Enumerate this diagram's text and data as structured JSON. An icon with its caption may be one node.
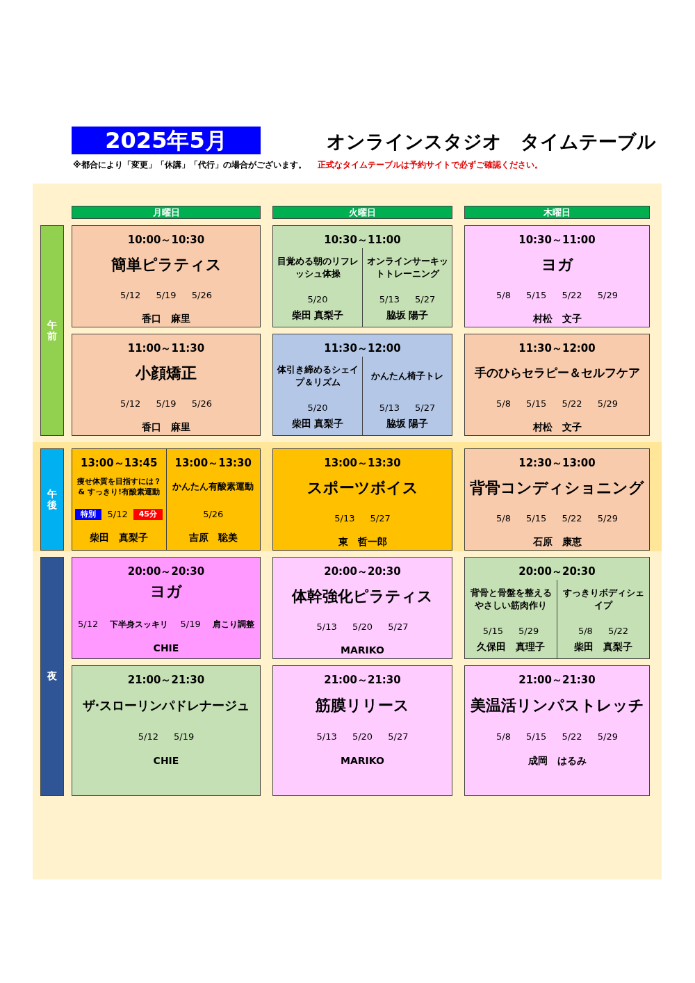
{
  "diagram": {
    "title": "オンラインスタジオ　タイムテーブル",
    "nodes": [
      {
        "text": [
          "2025年5月"
        ]
      },
      {
        "text": [
          "月曜日"
        ]
      },
      {
        "text": [
          "火曜日"
        ]
      },
      {
        "text": [
          "木曜日"
        ]
      },
      {
        "text": [
          "午前"
        ]
      },
      {
        "text": [
          "10:00～10:30",
          "簡単ピラティス",
          "5/12 5/19 5/26",
          "香口　麻里"
        ]
      },
      {
        "text": [
          "10:30～11:00"
        ]
      },
      {
        "text": [
          "目覚める朝のリフレッシュ体操",
          "5/20",
          "柴田 真梨子"
        ],
        "in": 6
      },
      {
        "text": [
          "オンラインサーキットトレーニング",
          "5/13 5/27",
          "脇坂 陽子"
        ],
        "in": 6
      },
      {
        "text": [
          "10:30～11:00",
          "ヨガ",
          "5/8 5/15 5/22 5/29",
          "村松　文子"
        ]
      },
      {
        "text": [
          "11:00～11:30",
          "小顔矯正",
          "5/12 5/19 5/26",
          "香口　麻里"
        ]
      },
      {
        "text": [
          "11:30～12:00"
        ]
      },
      {
        "text": [
          "体引き締めるシェイプ＆リズム",
          "5/20",
          "柴田 真梨子"
        ],
        "in": 11
      },
      {
        "text": [
          "かんたん椅子トレ",
          "5/13 5/27",
          "脇坂 陽子"
        ],
        "in": 11
      },
      {
        "text": [
          "11:30～12:00",
          "手のひらセラピー＆セルフケア",
          "5/8 5/15 5/22 5/29",
          "村松　文子"
        ]
      },
      {
        "text": [
          "午後"
        ]
      },
      {
        "text": [],
        "shape": "box"
      },
      {
        "text": [
          "13:00～13:45",
          "痩せ体質を目指すには？ & すっきり!有酸素運動",
          "5/12",
          "柴田　真梨子"
        ],
        "in": 16
      },
      {
        "text": [
          "特別"
        ],
        "in": 17
      },
      {
        "text": [
          "45分"
        ],
        "in": 17
      },
      {
        "text": [
          "13:00～13:30",
          "かんたん有酸素運動",
          "5/26",
          "吉原　聡美"
        ],
        "in": 16
      },
      {
        "text": [
          "13:00～13:30",
          "スポーツボイス",
          "5/13 5/27",
          "東　哲一郎"
        ]
      },
      {
        "text": [
          "12:30～13:00",
          "背骨コンディショニング",
          "5/8 5/15 5/22 5/29",
          "石原　康恵"
        ]
      },
      {
        "text": [
          "夜"
        ]
      },
      {
        "text": [
          "20:00～20:30",
          "ヨガ",
          "5/12",
          "下半身スッキリ",
          "5/19",
          "肩こり調整",
          "CHIE"
        ]
      },
      {
        "text": [
          "20:00～20:30",
          "体幹強化ピラティス",
          "5/13 5/20 5/27",
          "MARIKO"
        ]
      },
      {
        "text": [
          "20:00～20:30"
        ]
      },
      {
        "text": [
          "背骨と骨盤を整えるやさしい筋肉作り",
          "5/15 5/29",
          "久保田　真理子"
        ],
        "in": 26
      },
      {
        "text": [
          "すっきりボディシェイプ",
          "5/8 5/22",
          "柴田　真梨子"
        ],
        "in": 26
      },
      {
        "text": [
          "21:00～21:30",
          "ザ·スローリンパドレナージュ",
          "5/12 5/19",
          "CHIE"
        ]
      },
      {
        "text": [
          "21:00～21:30",
          "筋膜リリース",
          "5/13 5/20 5/27",
          "MARIKO"
        ]
      },
      {
        "text": [
          "21:00～21:30",
          "美温活リンパストレッチ",
          "5/8 5/15 5/22 5/29",
          "成岡　はるみ"
        ]
      }
    ],
    "labels": [
      "※都合により「変更」「休講」「代行」の場合がございます。",
      "正式なタイムテーブルは予約サイトで必ずご確認ください。"
    ]
  }
}
